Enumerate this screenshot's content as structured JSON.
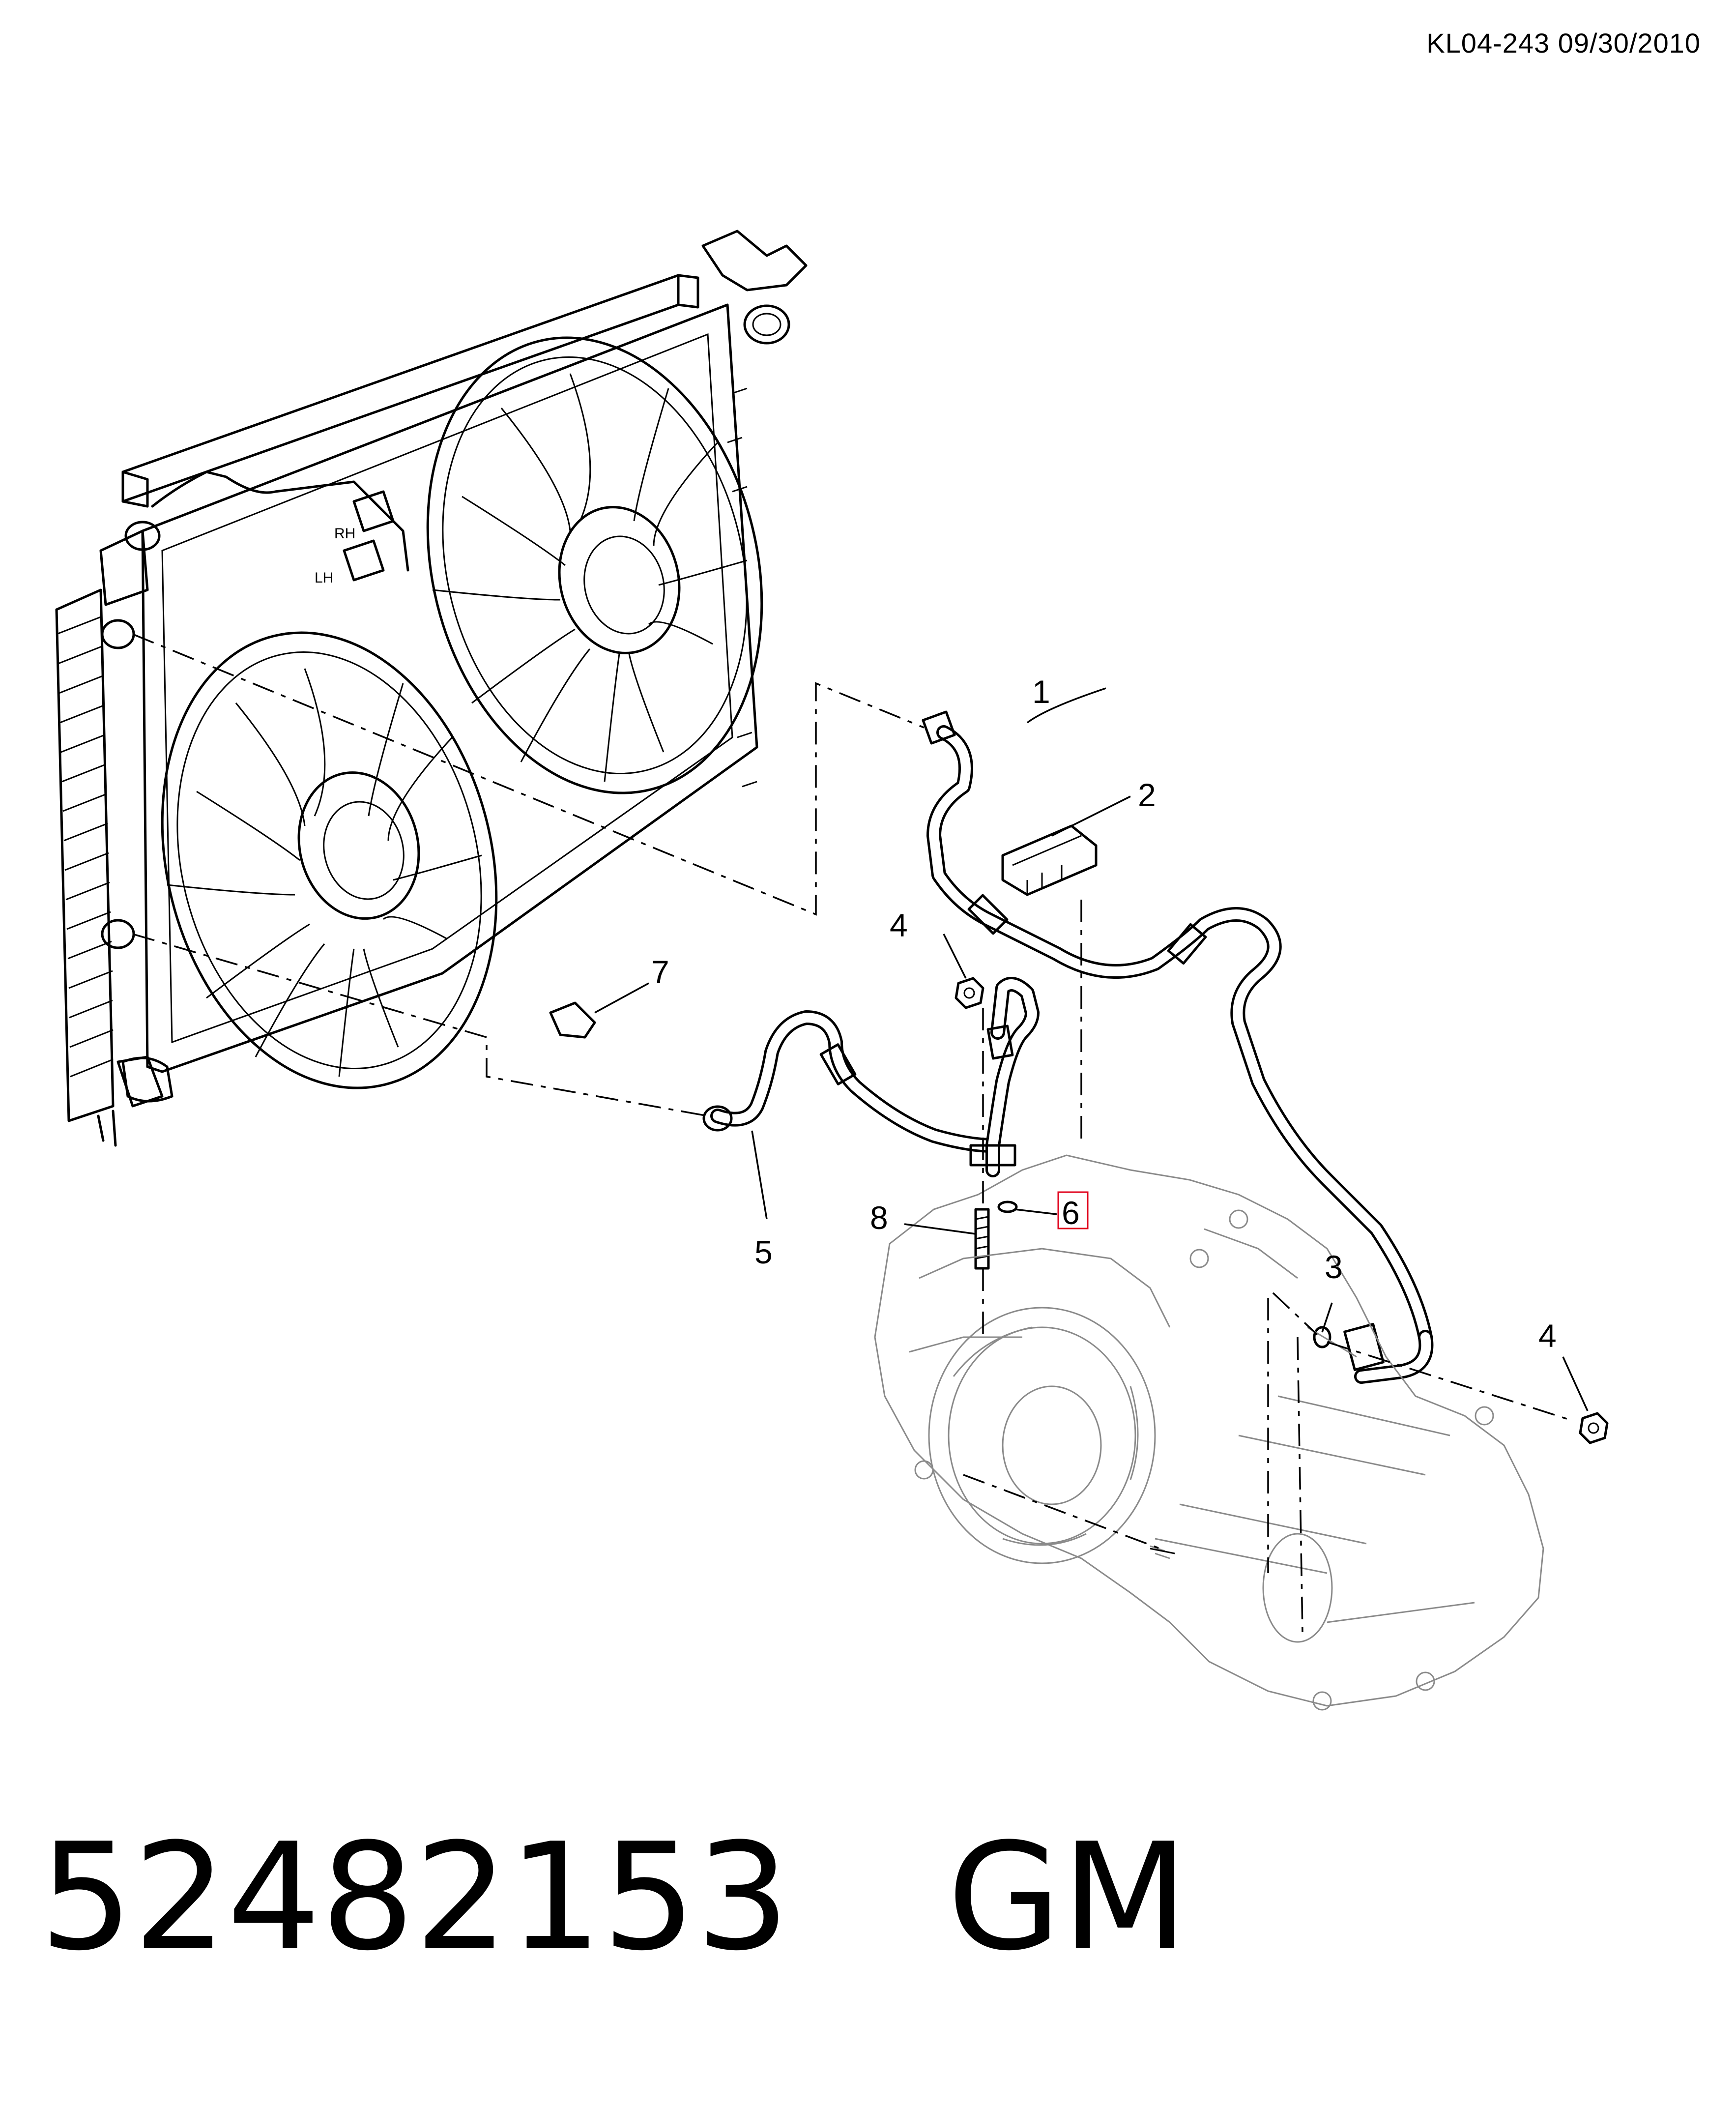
{
  "header": {
    "code": "KL04-243 09/30/2010"
  },
  "footer": {
    "part_number": "52482153",
    "brand": "GM"
  },
  "radiator_labels": {
    "rh": "RH",
    "lh": "LH"
  },
  "callouts": [
    {
      "id": "1",
      "label": "1"
    },
    {
      "id": "2",
      "label": "2"
    },
    {
      "id": "3",
      "label": "3"
    },
    {
      "id": "4a",
      "label": "4"
    },
    {
      "id": "4b",
      "label": "4"
    },
    {
      "id": "5",
      "label": "5"
    },
    {
      "id": "6",
      "label": "6",
      "highlight_color": "#e0001b"
    },
    {
      "id": "7",
      "label": "7"
    },
    {
      "id": "8",
      "label": "8"
    }
  ]
}
